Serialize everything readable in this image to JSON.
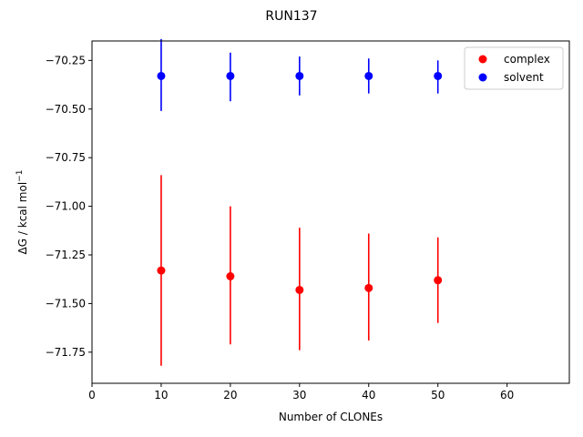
{
  "chart_data": {
    "type": "scatter",
    "title": "RUN137",
    "xlabel": "Number of CLONEs",
    "ylabel": "ΔG / kcal mol",
    "ylabel_superscript": "−1",
    "xlim": [
      0,
      69
    ],
    "ylim": [
      -71.91,
      -70.15
    ],
    "xticks": [
      0,
      10,
      20,
      30,
      40,
      50,
      60
    ],
    "xtick_labels": [
      "0",
      "10",
      "20",
      "30",
      "40",
      "50",
      "60"
    ],
    "yticks": [
      -71.75,
      -71.5,
      -71.25,
      -71.0,
      -70.75,
      -70.5,
      -70.25
    ],
    "ytick_labels": [
      "−71.75",
      "−71.50",
      "−71.25",
      "−71.00",
      "−70.75",
      "−70.50",
      "−70.25"
    ],
    "grid": false,
    "legend_position": "top-right",
    "series": [
      {
        "name": "complex",
        "color": "#ff0000",
        "x": [
          10,
          20,
          30,
          40,
          50
        ],
        "y": [
          -71.33,
          -71.36,
          -71.43,
          -71.42,
          -71.38
        ],
        "yerr_low": [
          -71.82,
          -71.71,
          -71.74,
          -71.69,
          -71.6
        ],
        "yerr_high": [
          -70.84,
          -71.0,
          -71.11,
          -71.14,
          -71.16
        ]
      },
      {
        "name": "solvent",
        "color": "#0000ff",
        "x": [
          10,
          20,
          30,
          40,
          50
        ],
        "y": [
          -70.33,
          -70.33,
          -70.33,
          -70.33,
          -70.33
        ],
        "yerr_low": [
          -70.51,
          -70.46,
          -70.43,
          -70.42,
          -70.42
        ],
        "yerr_high": [
          -70.14,
          -70.21,
          -70.23,
          -70.24,
          -70.25
        ]
      }
    ]
  }
}
